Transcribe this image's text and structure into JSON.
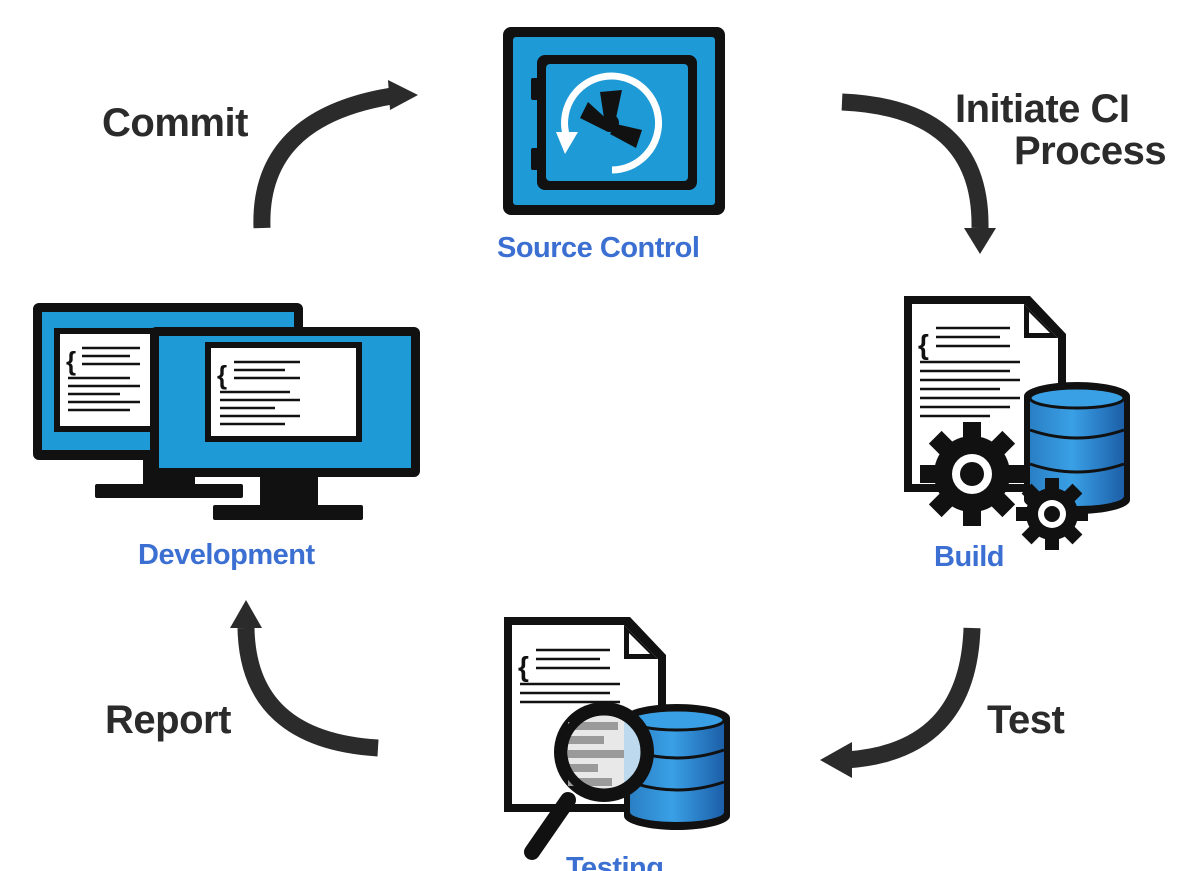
{
  "nodes": {
    "source_control": "Source Control",
    "development": "Development",
    "build": "Build",
    "testing": "Testing"
  },
  "steps": {
    "commit": "Commit",
    "initiate_ci_line1": "Initiate CI",
    "initiate_ci_line2": "Process",
    "test": "Test",
    "report": "Report"
  },
  "colors": {
    "accent_blue": "#1e9ad6",
    "label_blue": "#3b6fd1",
    "arrow_dark": "#2b2b2b",
    "outline": "#111111"
  },
  "icons": {
    "source_control": "vault-icon",
    "development": "monitors-icon",
    "build": "document-database-gears-icon",
    "testing": "document-database-magnifier-icon"
  }
}
